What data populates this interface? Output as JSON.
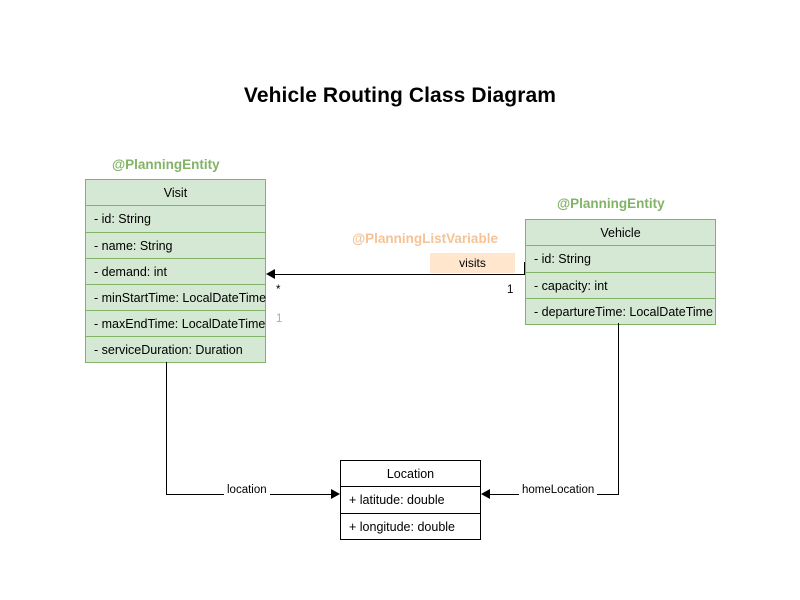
{
  "diagram": {
    "title": "Vehicle Routing Class Diagram",
    "type": "uml-class-diagram",
    "colors": {
      "entity_fill": "#d5e8d4",
      "entity_border": "#82b366",
      "entity_stereotype_text": "#82b366",
      "listvar_stereotype_text": "#f5c396",
      "assoc_label_fill": "#ffe6cc",
      "plain_fill": "#ffffff",
      "plain_border": "#000000",
      "muted_multiplicity": "#b7a0d0",
      "background": "#ffffff"
    }
  },
  "classes": [
    {
      "id": "visit",
      "stereotype": "@PlanningEntity",
      "name": "Visit",
      "attributes": [
        "- id: String",
        "- name: String",
        "- demand: int",
        "- minStartTime: LocalDateTime",
        "- maxEndTime: LocalDateTime",
        "- serviceDuration: Duration"
      ]
    },
    {
      "id": "vehicle",
      "stereotype": "@PlanningEntity",
      "name": "Vehicle",
      "attributes": [
        "- id: String",
        "- capacity: int",
        "- departureTime: LocalDateTime"
      ]
    },
    {
      "id": "location",
      "stereotype": "",
      "name": "Location",
      "attributes": [
        "+ latitude: double",
        "+ longitude: double"
      ]
    }
  ],
  "associations": [
    {
      "id": "visits",
      "stereotype": "@PlanningListVariable",
      "label": "visits",
      "source": "Vehicle",
      "target": "Visit",
      "source_multiplicity": "1",
      "target_multiplicity": "*",
      "extra_multiplicity": "1"
    },
    {
      "id": "location",
      "label": "location",
      "source": "Visit",
      "target": "Location"
    },
    {
      "id": "home-location",
      "label": "homeLocation",
      "source": "Vehicle",
      "target": "Location"
    }
  ]
}
